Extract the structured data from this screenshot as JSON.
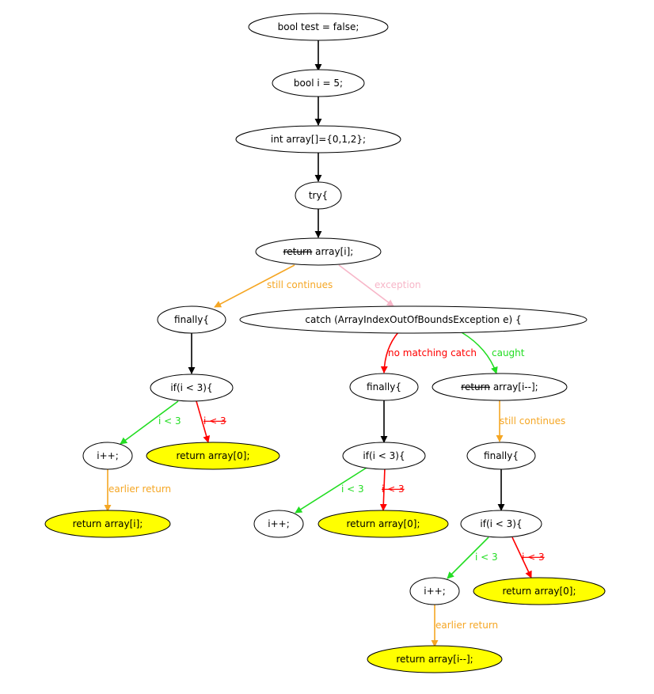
{
  "colors": {
    "black": "#000000",
    "orange": "#f5a623",
    "pink": "#f7b6c8",
    "red": "#ff0000",
    "green": "#22dd22",
    "yellow": "#ffff00"
  },
  "nodes": {
    "n1": "bool test = false;",
    "n2": "bool i = 5;",
    "n3": "int array[]={0,1,2};",
    "n4": "try{",
    "n5": {
      "struck": "return",
      "rest": " array[i];"
    },
    "n6": "finally{",
    "n7": "catch (ArrayIndexOutOfBoundsException e) {",
    "n8": "if(i < 3){",
    "n9": "i++;",
    "n10": "return array[0];",
    "n11": "return array[i];",
    "n12": "finally{",
    "n13": {
      "struck": "return",
      "rest": " array[i--];"
    },
    "n14": "if(i < 3){",
    "n15": "i++;",
    "n16": "return array[0];",
    "n17": "finally{",
    "n18": "if(i < 3){",
    "n19": "i++;",
    "n20": "return array[0];",
    "n21": "return array[i--];"
  },
  "edge_labels": {
    "still_continues_1": "still continues",
    "exception": "exception",
    "no_matching_catch": "no matching catch",
    "caught": "caught",
    "still_continues_2": "still continues",
    "lt3_a": "i < 3",
    "not_lt3_a": "i < 3",
    "earlier_return_a": "earlier return",
    "lt3_b": "i < 3",
    "not_lt3_b": "i < 3",
    "lt3_c": "i < 3",
    "not_lt3_c": "i < 3",
    "earlier_return_c": "earlier return"
  }
}
